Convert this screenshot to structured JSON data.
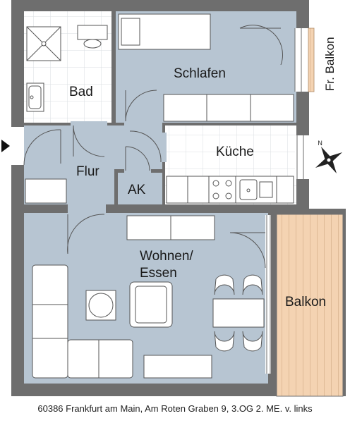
{
  "rooms": {
    "bad": "Bad",
    "schlafen": "Schlafen",
    "kueche": "Küche",
    "flur": "Flur",
    "ak": "AK",
    "wohnen_line1": "Wohnen/",
    "wohnen_line2": "Essen",
    "balkon": "Balkon",
    "fr_balkon": "Fr. Balkon"
  },
  "address": "60386 Frankfurt am Main, Am Roten Graben 9, 3.OG 2. ME. v. links",
  "colors": {
    "room_fill": "#b7c5d2",
    "wall": "#6e6e6e",
    "tile": "#ffffff",
    "balcony": "#f4d3b2",
    "furniture": "#ffffff"
  }
}
